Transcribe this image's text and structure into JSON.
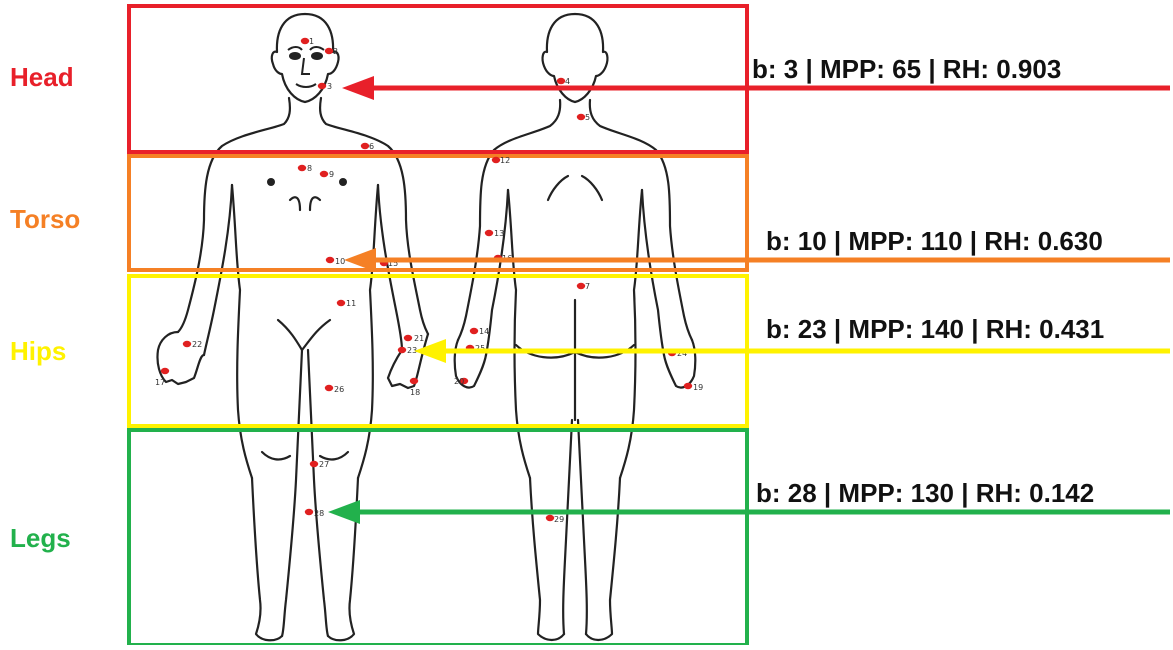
{
  "regions": [
    {
      "key": "head",
      "label": "Head",
      "color": "#e8202a"
    },
    {
      "key": "torso",
      "label": "Torso",
      "color": "#f58025"
    },
    {
      "key": "hips",
      "label": "Hips",
      "color": "#fff200"
    },
    {
      "key": "legs",
      "label": "Legs",
      "color": "#22b14c"
    }
  ],
  "annotations": {
    "head": "b: 3 | MPP: 65 | RH: 0.903",
    "torso": "b: 10 | MPP: 110 | RH: 0.630",
    "hips": "b: 23 | MPP: 140 | RH: 0.431",
    "legs": "b: 28 | MPP: 130 | RH: 0.142"
  },
  "points": [
    "1",
    "2",
    "3",
    "4",
    "5",
    "6",
    "7",
    "8",
    "9",
    "10",
    "11",
    "12",
    "13",
    "14",
    "15",
    "16",
    "17",
    "18",
    "19",
    "20",
    "21",
    "22",
    "23",
    "24",
    "25",
    "26",
    "27",
    "28",
    "29"
  ],
  "colors": {
    "point": "#e02020",
    "outline": "#222222"
  }
}
